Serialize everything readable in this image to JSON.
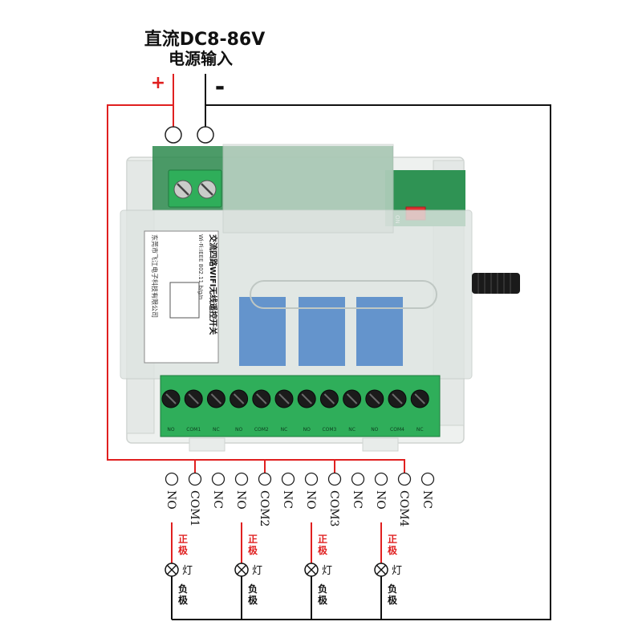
{
  "header": {
    "line1": "直流DC8-86V",
    "line2": "电源输入",
    "plus_sign": "+",
    "minus_sign": "-"
  },
  "module": {
    "label_title": "交流四路WIFI无线遥控开关",
    "label_standard": "Wi-Fi:IEEE 802.11 b/g/n",
    "label_company": "东莞市飞江电子科技有限公司",
    "dip_on": "ON",
    "terminal_print": [
      "NO",
      "COM1",
      "NC",
      "NO",
      "COM2",
      "NC",
      "NO",
      "COM3",
      "NC",
      "NO",
      "COM4",
      "NC"
    ]
  },
  "terminals": [
    "NO",
    "COM1",
    "NC",
    "NO",
    "COM2",
    "NC",
    "NO",
    "COM3",
    "NC",
    "NO",
    "COM4",
    "NC"
  ],
  "loads": [
    {
      "positive": "正极",
      "lamp": "灯",
      "negative": "负极"
    },
    {
      "positive": "正极",
      "lamp": "灯",
      "negative": "负极"
    },
    {
      "positive": "正极",
      "lamp": "灯",
      "negative": "负极"
    },
    {
      "positive": "正极",
      "lamp": "灯",
      "negative": "负极"
    }
  ],
  "colors": {
    "positive_wire": "#e02020",
    "negative_wire": "#111111",
    "terminal_green": "#2fae5a",
    "pcb_green": "#1f8f4a",
    "relay_blue": "#3a78c4"
  }
}
